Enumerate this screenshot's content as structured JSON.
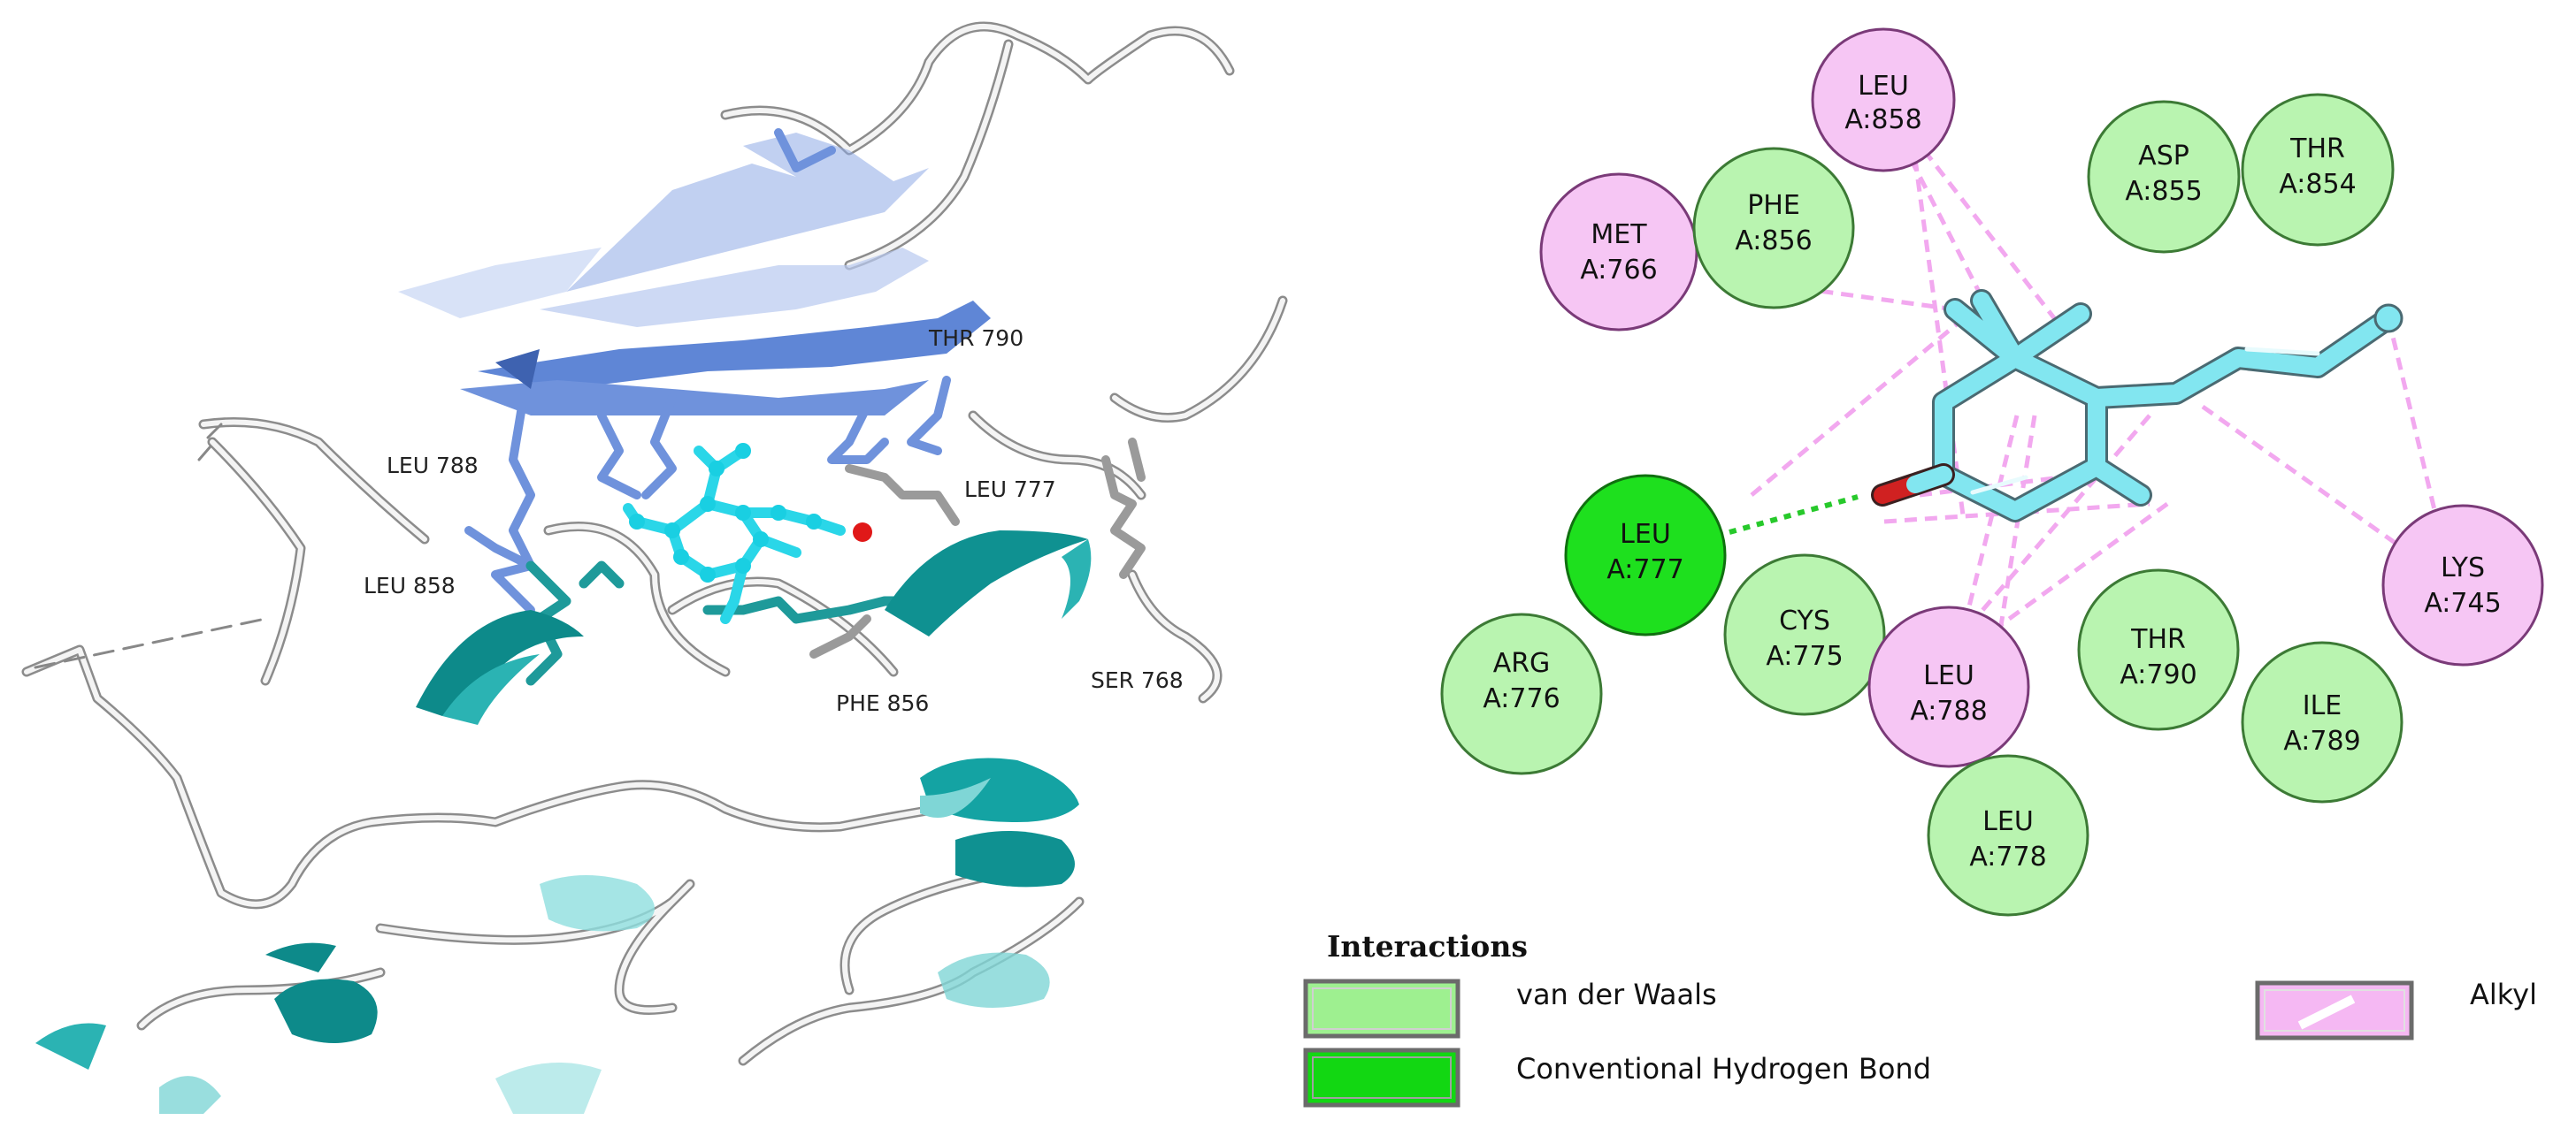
{
  "protein_view": {
    "labels": [
      {
        "id": "thr790",
        "text": "THR 790"
      },
      {
        "id": "leu788",
        "text": "LEU 788"
      },
      {
        "id": "leu777",
        "text": "LEU 777"
      },
      {
        "id": "leu858",
        "text": "LEU 858"
      },
      {
        "id": "phe856",
        "text": "PHE 856"
      },
      {
        "id": "ser768",
        "text": "SER 768"
      }
    ]
  },
  "interaction_diagram": {
    "residues": [
      {
        "id": "leu858",
        "name": "LEU",
        "pos": "A:858",
        "type": "alkyl"
      },
      {
        "id": "asp855",
        "name": "ASP",
        "pos": "A:855",
        "type": "vdw"
      },
      {
        "id": "thr854",
        "name": "THR",
        "pos": "A:854",
        "type": "vdw"
      },
      {
        "id": "met766",
        "name": "MET",
        "pos": "A:766",
        "type": "alkyl"
      },
      {
        "id": "phe856",
        "name": "PHE",
        "pos": "A:856",
        "type": "vdw"
      },
      {
        "id": "leu777",
        "name": "LEU",
        "pos": "A:777",
        "type": "hbond"
      },
      {
        "id": "lys745",
        "name": "LYS",
        "pos": "A:745",
        "type": "alkyl"
      },
      {
        "id": "arg776",
        "name": "ARG",
        "pos": "A:776",
        "type": "vdw"
      },
      {
        "id": "cys775",
        "name": "CYS",
        "pos": "A:775",
        "type": "vdw"
      },
      {
        "id": "leu788",
        "name": "LEU",
        "pos": "A:788",
        "type": "alkyl"
      },
      {
        "id": "thr790",
        "name": "THR",
        "pos": "A:790",
        "type": "vdw"
      },
      {
        "id": "ile789",
        "name": "ILE",
        "pos": "A:789",
        "type": "vdw"
      },
      {
        "id": "leu778",
        "name": "LEU",
        "pos": "A:778",
        "type": "vdw"
      }
    ],
    "colors": {
      "vdw_fill": "#b9f4b0",
      "vdw_stroke": "#3c7a35",
      "hbond_fill": "#1ee01e",
      "hbond_stroke": "#107010",
      "alkyl_fill": "#f6c6f4",
      "alkyl_stroke": "#7a3a78",
      "ligand": "#7fe3ee",
      "oxygen": "#d82020"
    }
  },
  "legend": {
    "title": "Interactions",
    "items": [
      {
        "id": "vdw",
        "label": "van der Waals",
        "fill": "#9ef090"
      },
      {
        "id": "hbond",
        "label": "Conventional Hydrogen Bond",
        "fill": "#12d712"
      },
      {
        "id": "alkyl",
        "label": "Alkyl",
        "fill": "#f5b8f3"
      }
    ]
  }
}
